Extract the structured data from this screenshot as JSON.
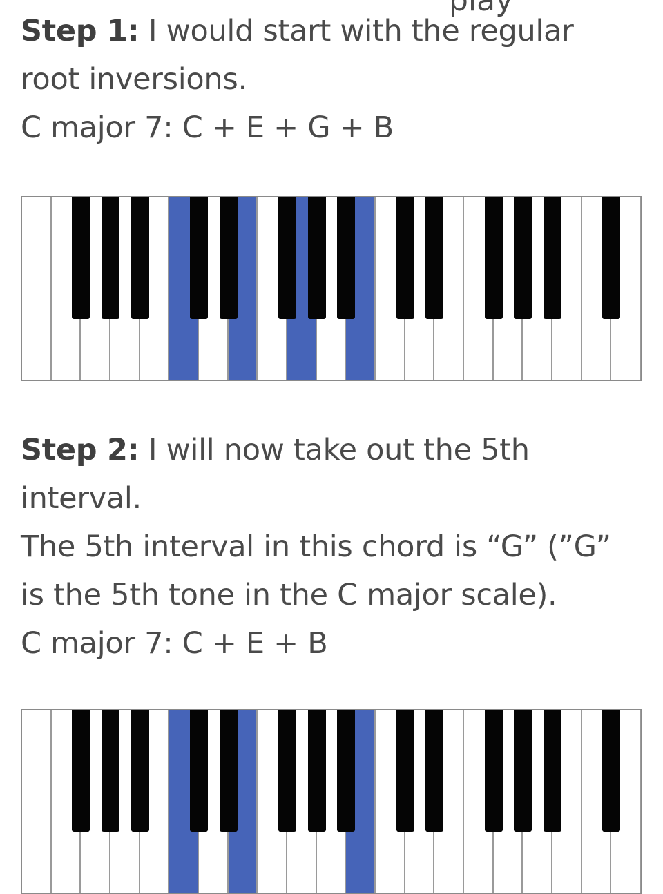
{
  "top_clip_text": "play",
  "step1": {
    "label": "Step 1:",
    "text_line1": " I would start with the regular",
    "text_line2": "root inversions.",
    "chord_line": "C major 7: C + E + G + B"
  },
  "step2": {
    "label": "Step 2:",
    "text_line1": " I will now take out the 5th",
    "text_line2": "interval.",
    "explain_line1": "The 5th interval in this chord is “G” (”G”",
    "explain_line2": "is the 5th tone in the C major scale).",
    "chord_line": "C major 7: C + E + B"
  },
  "keyboards": [
    {
      "name": "keyboard-step1",
      "highlighted_notes": [
        "C",
        "E",
        "G",
        "B"
      ]
    },
    {
      "name": "keyboard-step2",
      "highlighted_notes": [
        "C",
        "E",
        "B"
      ]
    }
  ],
  "colors": {
    "highlight": "#4664b8",
    "text": "#4a4a4a",
    "black_key": "#050505"
  }
}
